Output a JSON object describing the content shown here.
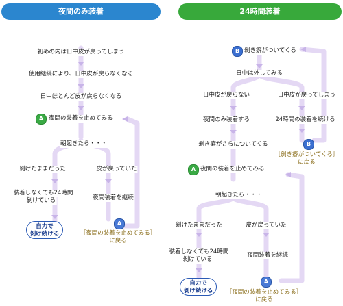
{
  "left": {
    "title": "夜間のみ装着",
    "step1": "初めの内は日中皮が戻ってしまう",
    "step2": "使用継続により、日中皮が戻らなくなる",
    "step3": "日中ほとんど皮が戻らなくなる",
    "badge_a": "A",
    "step4": "夜間の装着を止めてみる",
    "step5": "朝起きたら・・・",
    "branch_l": "剝けたままだった",
    "branch_r": "皮が戻っていた",
    "l2_line1": "装着しなくても24時間",
    "l2_line2": "剝けている",
    "r2": "夜間装着を継続",
    "end_line1": "自力で",
    "end_line2": "剝け続ける",
    "badge_a2": "A",
    "back_line1": "［夜間の装着を止めてみる］",
    "back_line2": "に戻る"
  },
  "right": {
    "title": "24時間装着",
    "badge_b": "B",
    "step1": "剝き癖がついてくる",
    "step2": "日中は外してみる",
    "branch_l": "日中皮が戻らない",
    "branch_r": "日中皮が戻ってしまう",
    "l2": "夜間のみ装着する",
    "r2": "24時間の装着を続ける",
    "l3": "剝き癖がさらについてくる",
    "badge_b2": "B",
    "back_b_line1": "［剝き癖がついてくる］",
    "back_b_line2": "に戻る",
    "badge_a": "A",
    "step4": "夜間の装着を止めてみる",
    "step5": "朝起きたら・・・",
    "branch2_l": "剝けたままだった",
    "branch2_r": "皮が戻っていた",
    "l4_line1": "装着しなくても24時間",
    "l4_line2": "剝けている",
    "r4": "夜間装着を継続",
    "end_line1": "自力で",
    "end_line2": "剝け続ける",
    "badge_a2": "A",
    "back_a_line1": "［夜間の装着を止めてみる］",
    "back_a_line2": "に戻る"
  }
}
